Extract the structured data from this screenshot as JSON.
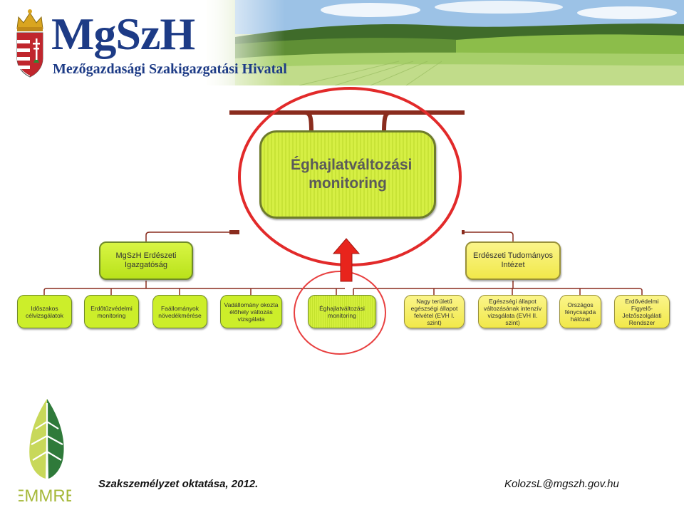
{
  "header": {
    "brand": "MgSzH",
    "subtitle": "Mezőgazdasági Szakigazgatási Hivatal"
  },
  "zoom": {
    "title": "Éghajlatváltozási monitoring"
  },
  "org": {
    "parents": [
      {
        "label": "MgSzH Erdészeti Igazgatóság",
        "color": "#ccee2a"
      },
      {
        "label": "Erdészeti Tudományos Intézet",
        "color": "#f5ec5a"
      }
    ],
    "children": [
      {
        "label": "Időszakos célvizsgálatok",
        "parent": 0
      },
      {
        "label": "Erdőtűzvédelmi monitoring",
        "parent": 0
      },
      {
        "label": "Faállományok növedékmérése",
        "parent": 0
      },
      {
        "label": "Vadállomány okozta élőhely változás vizsgálata",
        "parent": 0
      },
      {
        "label": "Éghajlatváltozási monitoring",
        "parent": "both",
        "highlighted": true
      },
      {
        "label": "Nagy területű egészségi állapot felvétel (EVH I. szint)",
        "parent": 1
      },
      {
        "label": "Egészségi állapot változásának intenzív vizsgálata (EVH II. szint)",
        "parent": 1
      },
      {
        "label": "Országos fénycsapda hálózat",
        "parent": 1
      },
      {
        "label": "Erdővédelmi Figyelő-Jelzőszolgálati Rendszer",
        "parent": 1
      }
    ]
  },
  "annotations": {
    "highlight_color": "#e22a2a",
    "arrow_color": "#e8241c"
  },
  "footer": {
    "left": "Szakszemélyzet oktatása, 2012.",
    "right": "KolozsL@mgszh.gov.hu",
    "logo_text": "EMMRE"
  }
}
